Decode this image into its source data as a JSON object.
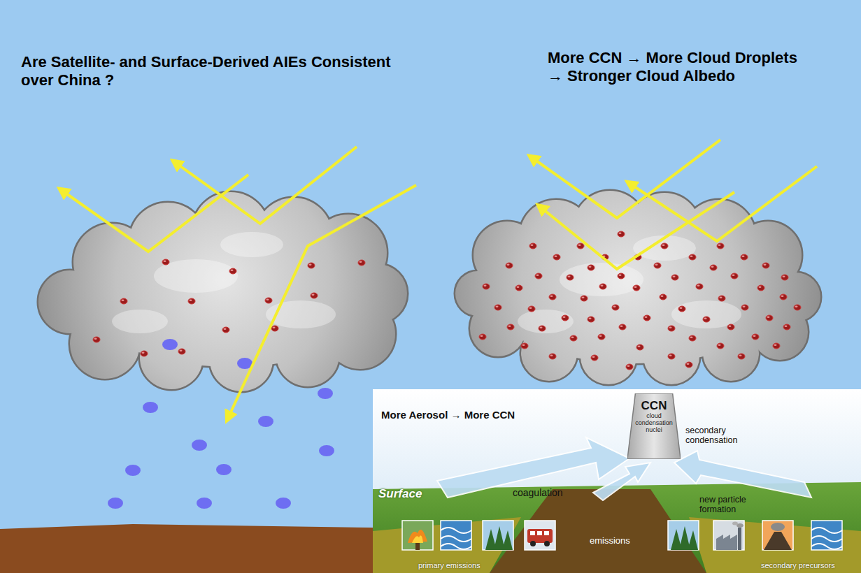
{
  "diagram": {
    "title": "Are Satellite- and Surface-Derived AIEs Consistent over China ?",
    "nodes": [
      {
        "text": [
          "More Aerosol → More CCN"
        ]
      },
      {
        "text": [
          "CCN",
          "cloud condensation nuclei"
        ],
        "in": 0
      }
    ],
    "labels": [
      "More CCN → More Cloud Droplets → Stronger Cloud Albedo",
      "Surface",
      "coagulation",
      "secondary condensation",
      "new particle formation",
      "emissions",
      "primary emissions",
      "secondary precursors"
    ]
  }
}
